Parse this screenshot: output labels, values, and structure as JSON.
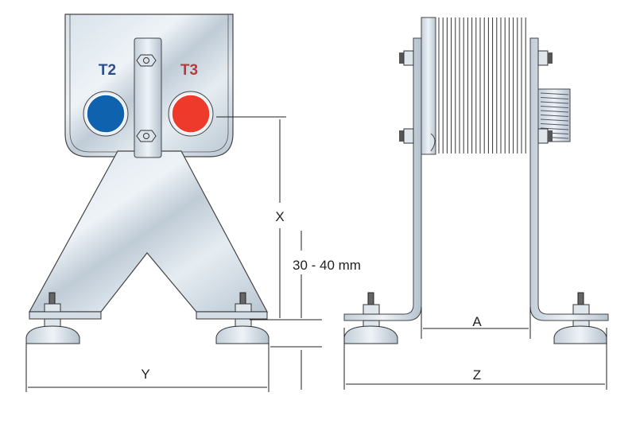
{
  "front_view": {
    "port_left_label": "T2",
    "port_right_label": "T3",
    "height_label": "X",
    "adjust_label": "30 - 40 mm",
    "width_label": "Y"
  },
  "side_view": {
    "inner_width_label": "A",
    "outer_width_label": "Z"
  },
  "colors": {
    "t2_port": "#0f62ad",
    "t3_port": "#ee3a2a",
    "t2_text": "#2b4f86",
    "t3_text": "#b83a3a",
    "metal": "#c9d5e0",
    "outline": "#333333"
  }
}
